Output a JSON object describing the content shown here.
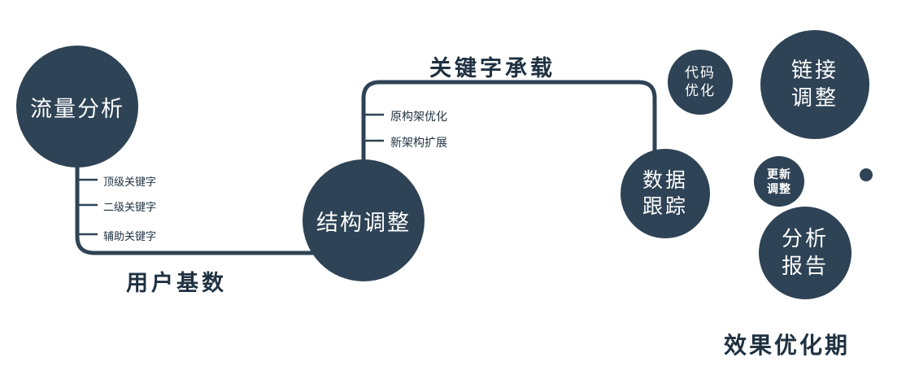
{
  "diagram": {
    "colors": {
      "primary": "#2e4355",
      "ink": "#1f3140",
      "node_text": "#ffffff"
    },
    "nodes": {
      "traffic": {
        "label": "流量分析"
      },
      "structure": {
        "label": "结构调整"
      },
      "tracking": {
        "line1": "数据",
        "line2": "跟踪"
      },
      "code": {
        "line1": "代码",
        "line2": "优化"
      },
      "link": {
        "line1": "链接",
        "line2": "调整"
      },
      "update": {
        "line1": "更新",
        "line2": "调整"
      },
      "report": {
        "line1": "分析",
        "line2": "报告"
      }
    },
    "edges": {
      "user_base": "用户基数",
      "keyword_carry": "关键字承载"
    },
    "left_ticks": [
      "顶级关键字",
      "二级关键字",
      "辅助关键字"
    ],
    "mid_ticks": [
      "原构架优化",
      "新架构扩展"
    ],
    "footer": "效果优化期"
  }
}
